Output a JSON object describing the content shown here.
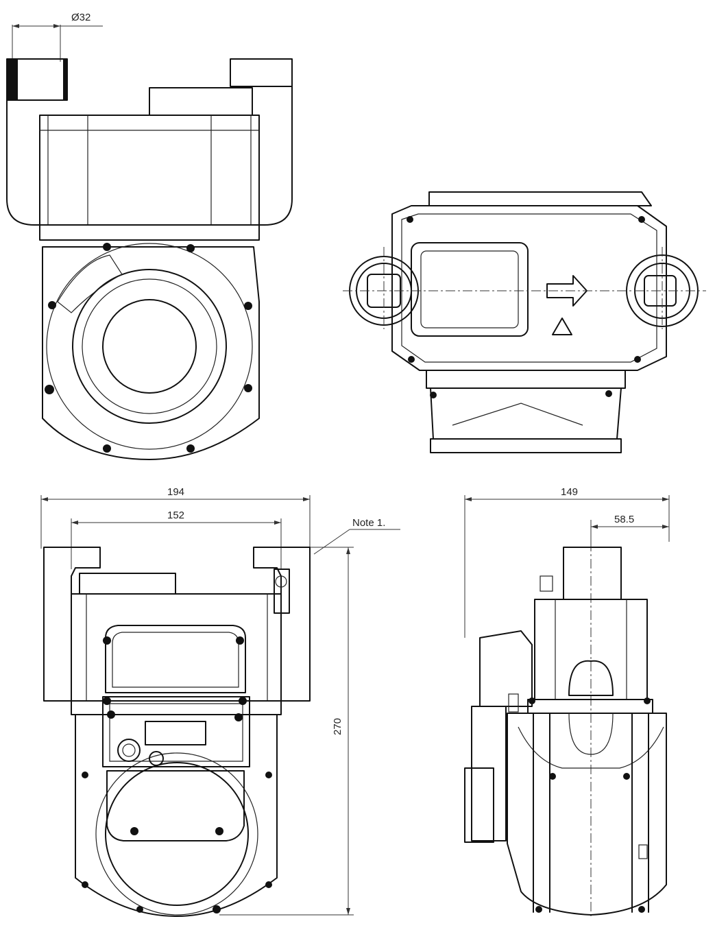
{
  "dimensions": {
    "pipe_diameter": "Ø32",
    "overall_width": "194",
    "inlet_outlet_spacing": "152",
    "overall_height": "270",
    "overall_depth": "149",
    "pipe_offset": "58.5"
  },
  "notes": {
    "note_1": "Note 1."
  }
}
